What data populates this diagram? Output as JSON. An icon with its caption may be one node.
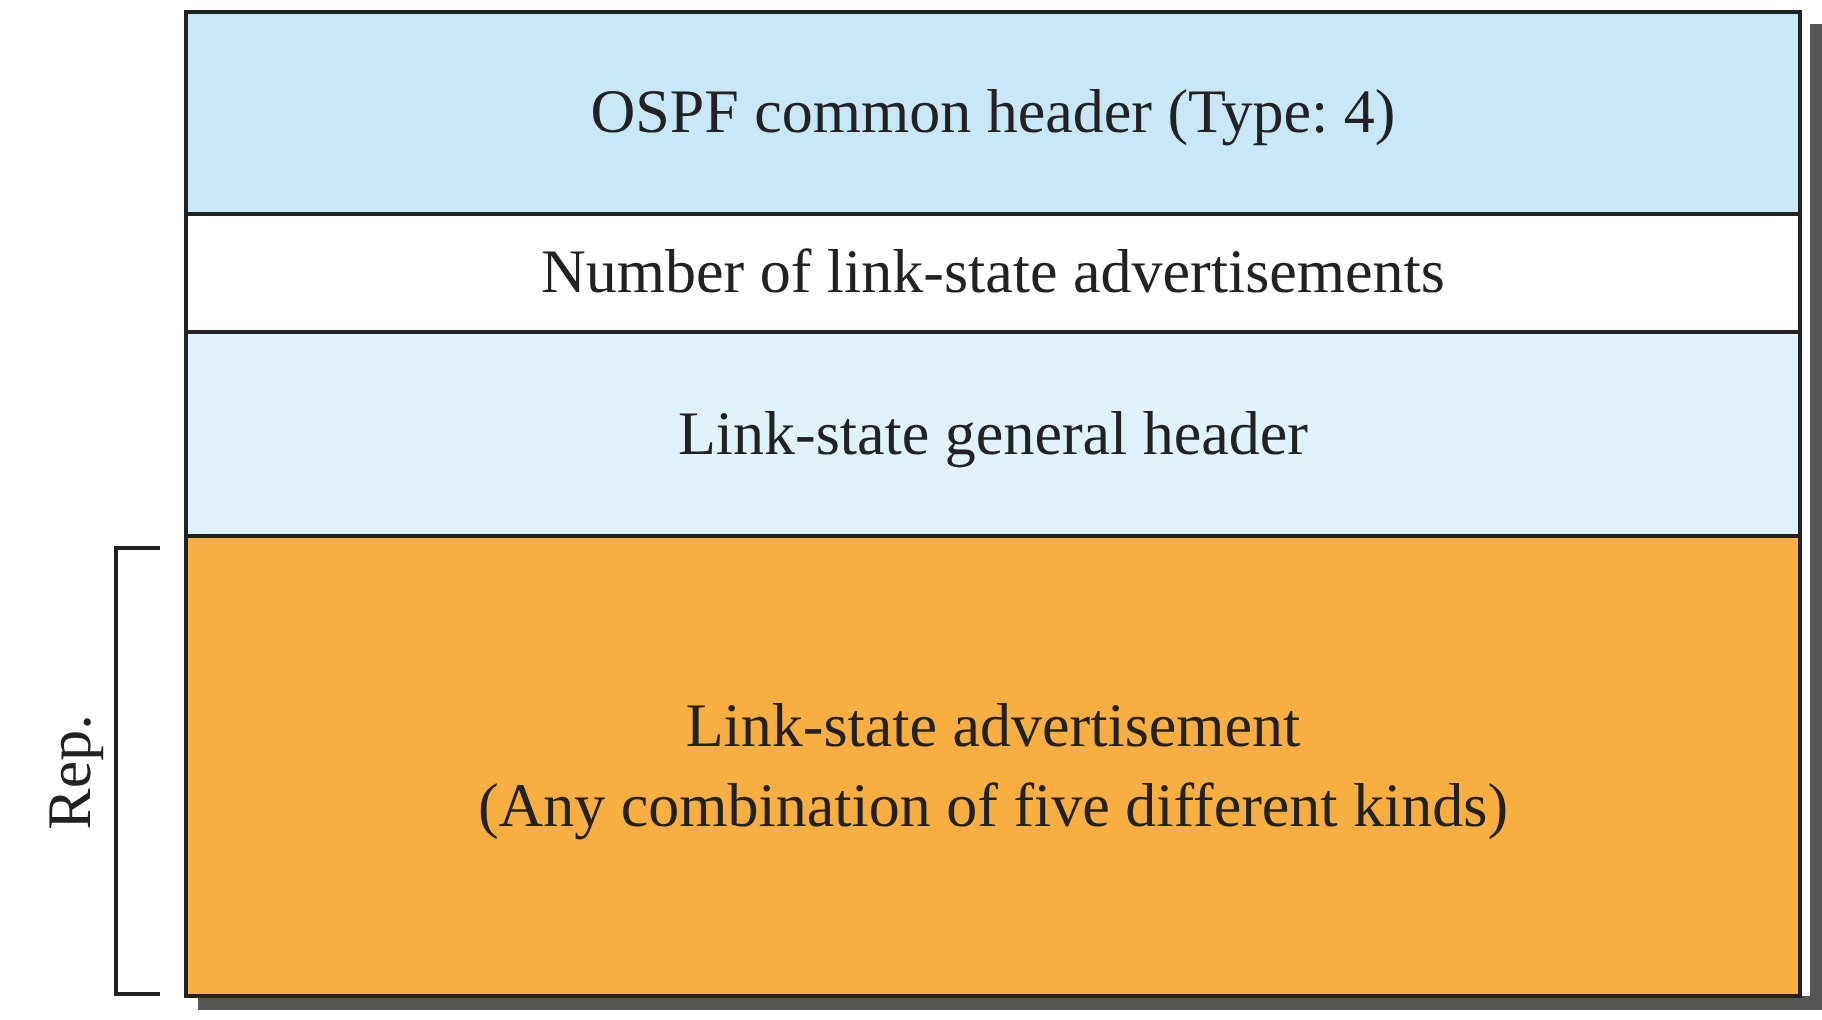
{
  "diagram": {
    "nodes": [
      {
        "text": [
          "OSPF common header (Type: 4)"
        ]
      },
      {
        "text": [
          "Number of link-state advertisements"
        ]
      },
      {
        "text": [
          "Link-state general header"
        ]
      },
      {
        "text": [
          "Link-state advertisement",
          "(Any combination of five different kinds)"
        ]
      }
    ],
    "labels": [
      "Rep."
    ]
  }
}
